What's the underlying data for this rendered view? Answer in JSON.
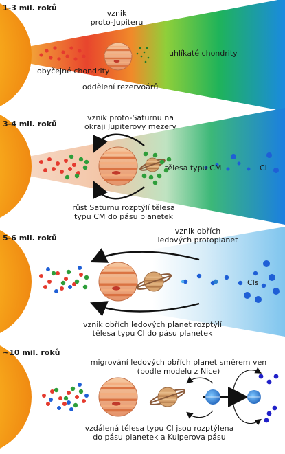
{
  "panels": [
    {
      "time": "1-3 mil. roků",
      "top_label": [
        "vznik",
        "proto-Jupiteru"
      ],
      "left_label": "obyčejné chondrity",
      "right_label": "uhlíkaté chondrity",
      "bottom_label": "oddělení rezervoárů"
    },
    {
      "time": "3-4 mil. roků",
      "top_label": [
        "vznik proto-Saturnu na",
        "okraji Jupiterovy mezery"
      ],
      "right_label": "tělesa typu CM",
      "far_right_label": "CI",
      "bottom_label": [
        "růst Saturnu rozptýlí tělesa",
        "typu CM do pásu planetek"
      ]
    },
    {
      "time": "5-6 mil. roků",
      "top_label": [
        "vznik obřích",
        "ledových protoplanet"
      ],
      "far_right_label": "CIs",
      "bottom_label": [
        "vznik obřích ledových planet rozptýlí",
        "tělesa typu CI do pásu planetek"
      ]
    },
    {
      "time": "~10 mil. roků",
      "top_label": [
        "migrování ledových obřích planet směrem ven",
        "(podle modelu z Nice)"
      ],
      "bottom_label": [
        "vzdálená tělesa typu CI jsou rozptýlena",
        "do pásu planetek a Kuiperova pásu"
      ]
    }
  ],
  "colors": {
    "sun": "#f7a81b",
    "ordinary": "#e53a2e",
    "carbonaceous": "#2e9e3a",
    "ci": "#1f5fd6",
    "jupiter": "#e99a5a",
    "saturn": "#c98a4a",
    "ice": "#2a7fd0"
  }
}
